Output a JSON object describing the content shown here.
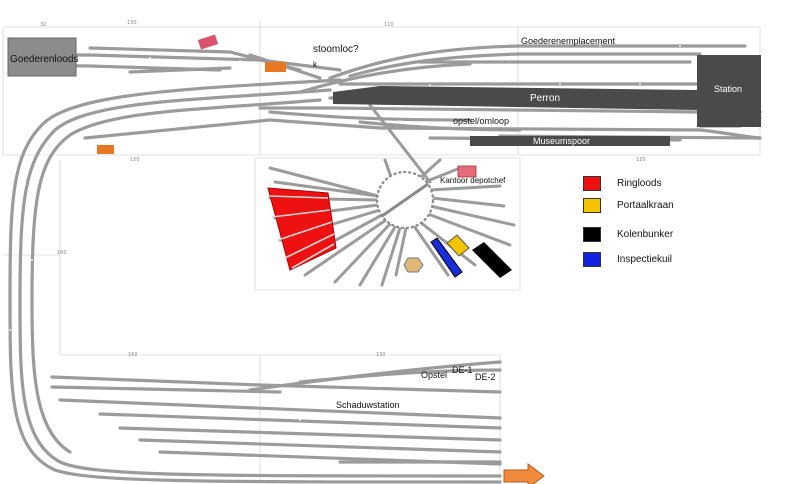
{
  "labels": {
    "goederenloods": "Goederenloods",
    "stoomloc": "stoomloc?",
    "stoomloc_k": "k",
    "goederenemplacement": "Goederenemplacement",
    "station": "Station",
    "perron": "Perron",
    "opstel_omloop": "opstel/omloop",
    "museumspoor": "Museumspoor",
    "kantoor_depotchef": "Kantoor depotchef",
    "opstel": "Opstel",
    "de1": "DE-1",
    "de2": "DE-2",
    "schaduwstation": "Schaduwstation"
  },
  "legend": [
    {
      "label": "Ringloods",
      "color": "#ee1111"
    },
    {
      "label": "Portaalkraan",
      "color": "#f4c400"
    },
    {
      "label": "Kolenbunker",
      "color": "#000000"
    },
    {
      "label": "Inspectiekuil",
      "color": "#1022dd"
    }
  ],
  "dimensions": {
    "top_left": "32",
    "top_mid": "130",
    "top_right": "110",
    "mid_left": "150",
    "mid_right": "120",
    "side": "160",
    "bottom_left": "160",
    "bottom_right": "130"
  },
  "colors": {
    "track": "#9b9b9b",
    "track_edge": "#7a7a7a",
    "building_dark": "#4a4a4a",
    "shed_red": "#ee1111",
    "orange": "#e87722",
    "pink": "#d9546b"
  },
  "icons": {
    "entry_arrow": "arrow-right-icon"
  }
}
